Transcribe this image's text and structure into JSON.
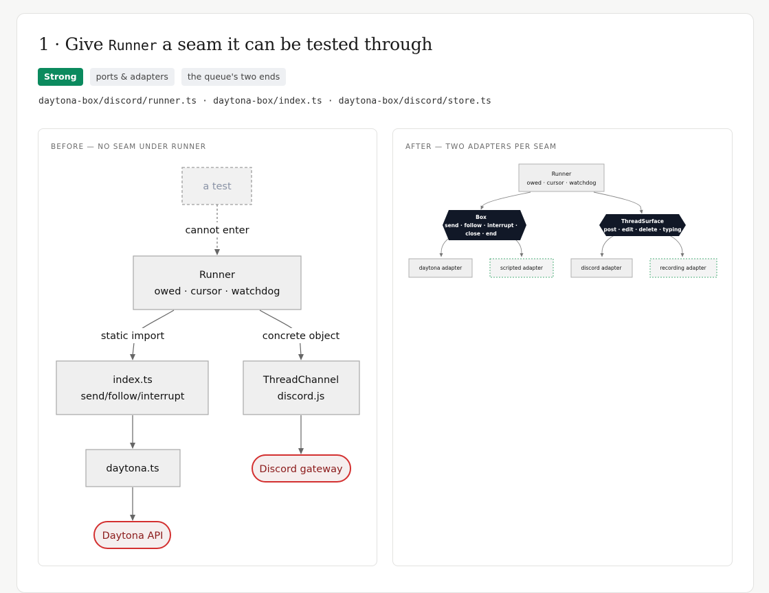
{
  "header": {
    "title_prefix": "1 · Give ",
    "title_code": "Runner",
    "title_suffix": " a seam it can be tested through",
    "badges": [
      "Strong",
      "ports & adapters",
      "the queue's two ends"
    ],
    "files": "daytona-box/discord/runner.ts · daytona-box/index.ts · daytona-box/discord/store.ts"
  },
  "before": {
    "label": "BEFORE — NO SEAM UNDER RUNNER",
    "test_node": "a test",
    "edge_cannot_enter": "cannot enter",
    "runner_line1": "Runner",
    "runner_line2": "owed · cursor · watchdog",
    "edge_static_import": "static import",
    "edge_concrete_object": "concrete object",
    "index_line1": "index.ts",
    "index_line2": "send/follow/interrupt",
    "thread_line1": "ThreadChannel",
    "thread_line2": "discord.js",
    "daytona_ts": "daytona.ts",
    "discord_gateway": "Discord gateway",
    "daytona_api": "Daytona API"
  },
  "after": {
    "label": "AFTER — TWO ADAPTERS PER SEAM",
    "runner_line1": "Runner",
    "runner_line2": "owed · cursor · watchdog",
    "box_line1": "Box",
    "box_line2": "send · follow · interrupt ·",
    "box_line3": "close · end",
    "surface_line1": "ThreadSurface",
    "surface_line2": "post · edit · delete · typing",
    "daytona_adapter": "daytona adapter",
    "scripted_adapter": "scripted adapter",
    "discord_adapter": "discord adapter",
    "recording_adapter": "recording adapter"
  },
  "colors": {
    "strong_badge": "#0b8a5e",
    "external_border": "#d32f2f",
    "external_text": "#8b1a1a",
    "port_fill": "#111827",
    "test_adapter_border": "#4caf7a"
  }
}
